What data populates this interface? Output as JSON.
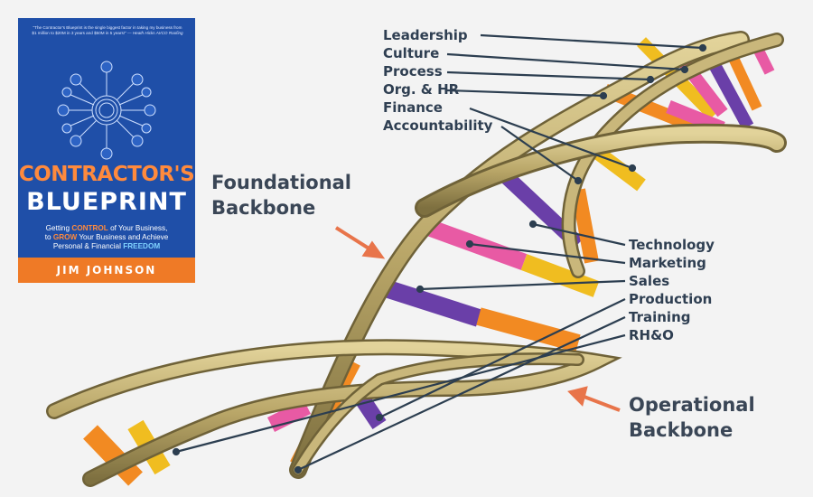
{
  "book": {
    "quote": "\"The Contractor's Blueprint is the single biggest factor in taking my business from $1 million to $20M in 3 years and $50M in 5 years!\"",
    "quote_attrib": "— Heath Hicks AVCO Roofing",
    "title_line1": "CONTRACTOR'S",
    "title_line2": "BLUEPRINT",
    "subtitle_parts": [
      "Getting ",
      "CONTROL",
      " of Your Business,",
      "to ",
      "GROW",
      " Your Business and Achieve",
      "Personal & Financial ",
      "FREEDOM"
    ],
    "author": "JIM JOHNSON"
  },
  "foundational_labels": [
    "Leadership",
    "Culture",
    "Process",
    "Org. & HR",
    "Finance",
    "Accountability"
  ],
  "operational_labels": [
    "Technology",
    "Marketing",
    "Sales",
    "Production",
    "Training",
    "RH&O"
  ],
  "foundational_backbone": [
    "Foundational",
    "Backbone"
  ],
  "operational_backbone": [
    "Operational",
    "Backbone"
  ],
  "colors": {
    "rung_colors": [
      "#f28a22",
      "#e85aa4",
      "#f0bd20",
      "#6a3fa8"
    ],
    "backbone": "#b9a668",
    "leader_line": "#2c3e50",
    "arrow": "#e8744a",
    "book_blue": "#1f4fa8",
    "book_orange": "#ef7a26"
  }
}
